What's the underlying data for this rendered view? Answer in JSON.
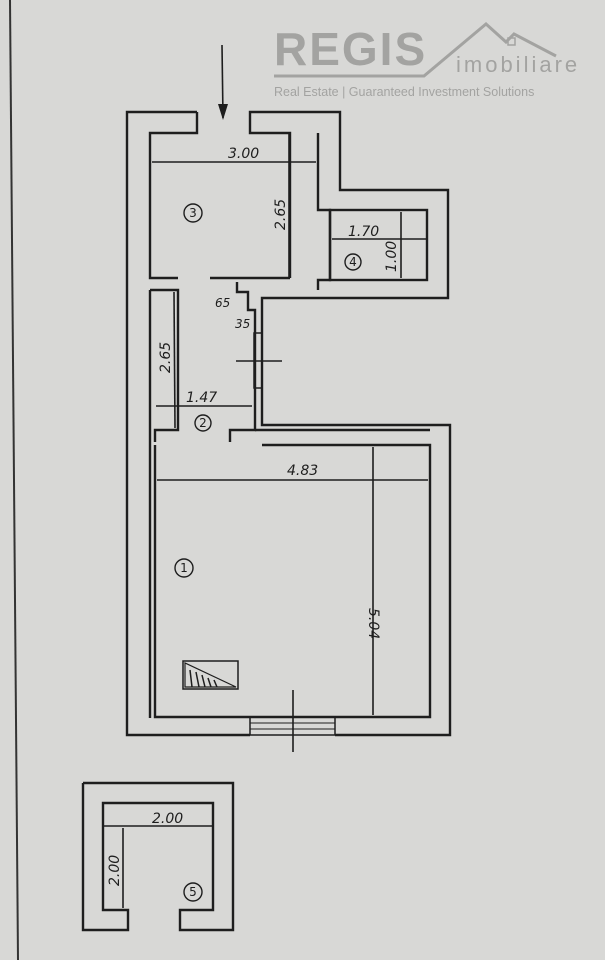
{
  "logo": {
    "brand": "REGIS",
    "subtitle": "imobiliare",
    "tagline": "Real Estate | Guaranteed Investment Solutions"
  },
  "rooms": [
    {
      "number": "1",
      "dimensions": [
        "4.83",
        "5.04"
      ]
    },
    {
      "number": "2",
      "dimensions": [
        "1.47",
        "2.65"
      ]
    },
    {
      "number": "3",
      "dimensions": [
        "3.00",
        "2.65"
      ]
    },
    {
      "number": "4",
      "dimensions": [
        "1.70",
        "1.00"
      ]
    },
    {
      "number": "5",
      "dimensions": [
        "2.00",
        "2.00"
      ]
    }
  ],
  "offsets": [
    "65",
    "35"
  ]
}
